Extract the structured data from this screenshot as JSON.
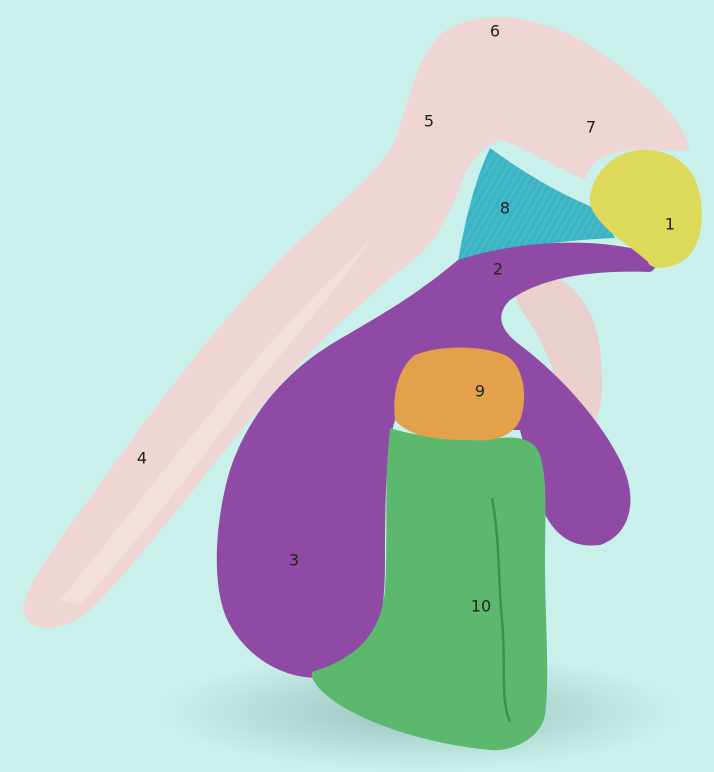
{
  "colors": {
    "background": "#c9f0ea",
    "shadow": "#8fb8b3",
    "crura_body": "#efd6d4",
    "glans": "#ddd95a",
    "frenulum_tissue": "#8e4aa5",
    "bulb": "#8e4aa5",
    "triangle": "#3cb3c2",
    "urethral_orifice": "#e2a14a",
    "vaginal_wall": "#5bb86d"
  },
  "labels": [
    "1",
    "2",
    "3",
    "4",
    "5",
    "6",
    "7",
    "8",
    "9",
    "10"
  ]
}
